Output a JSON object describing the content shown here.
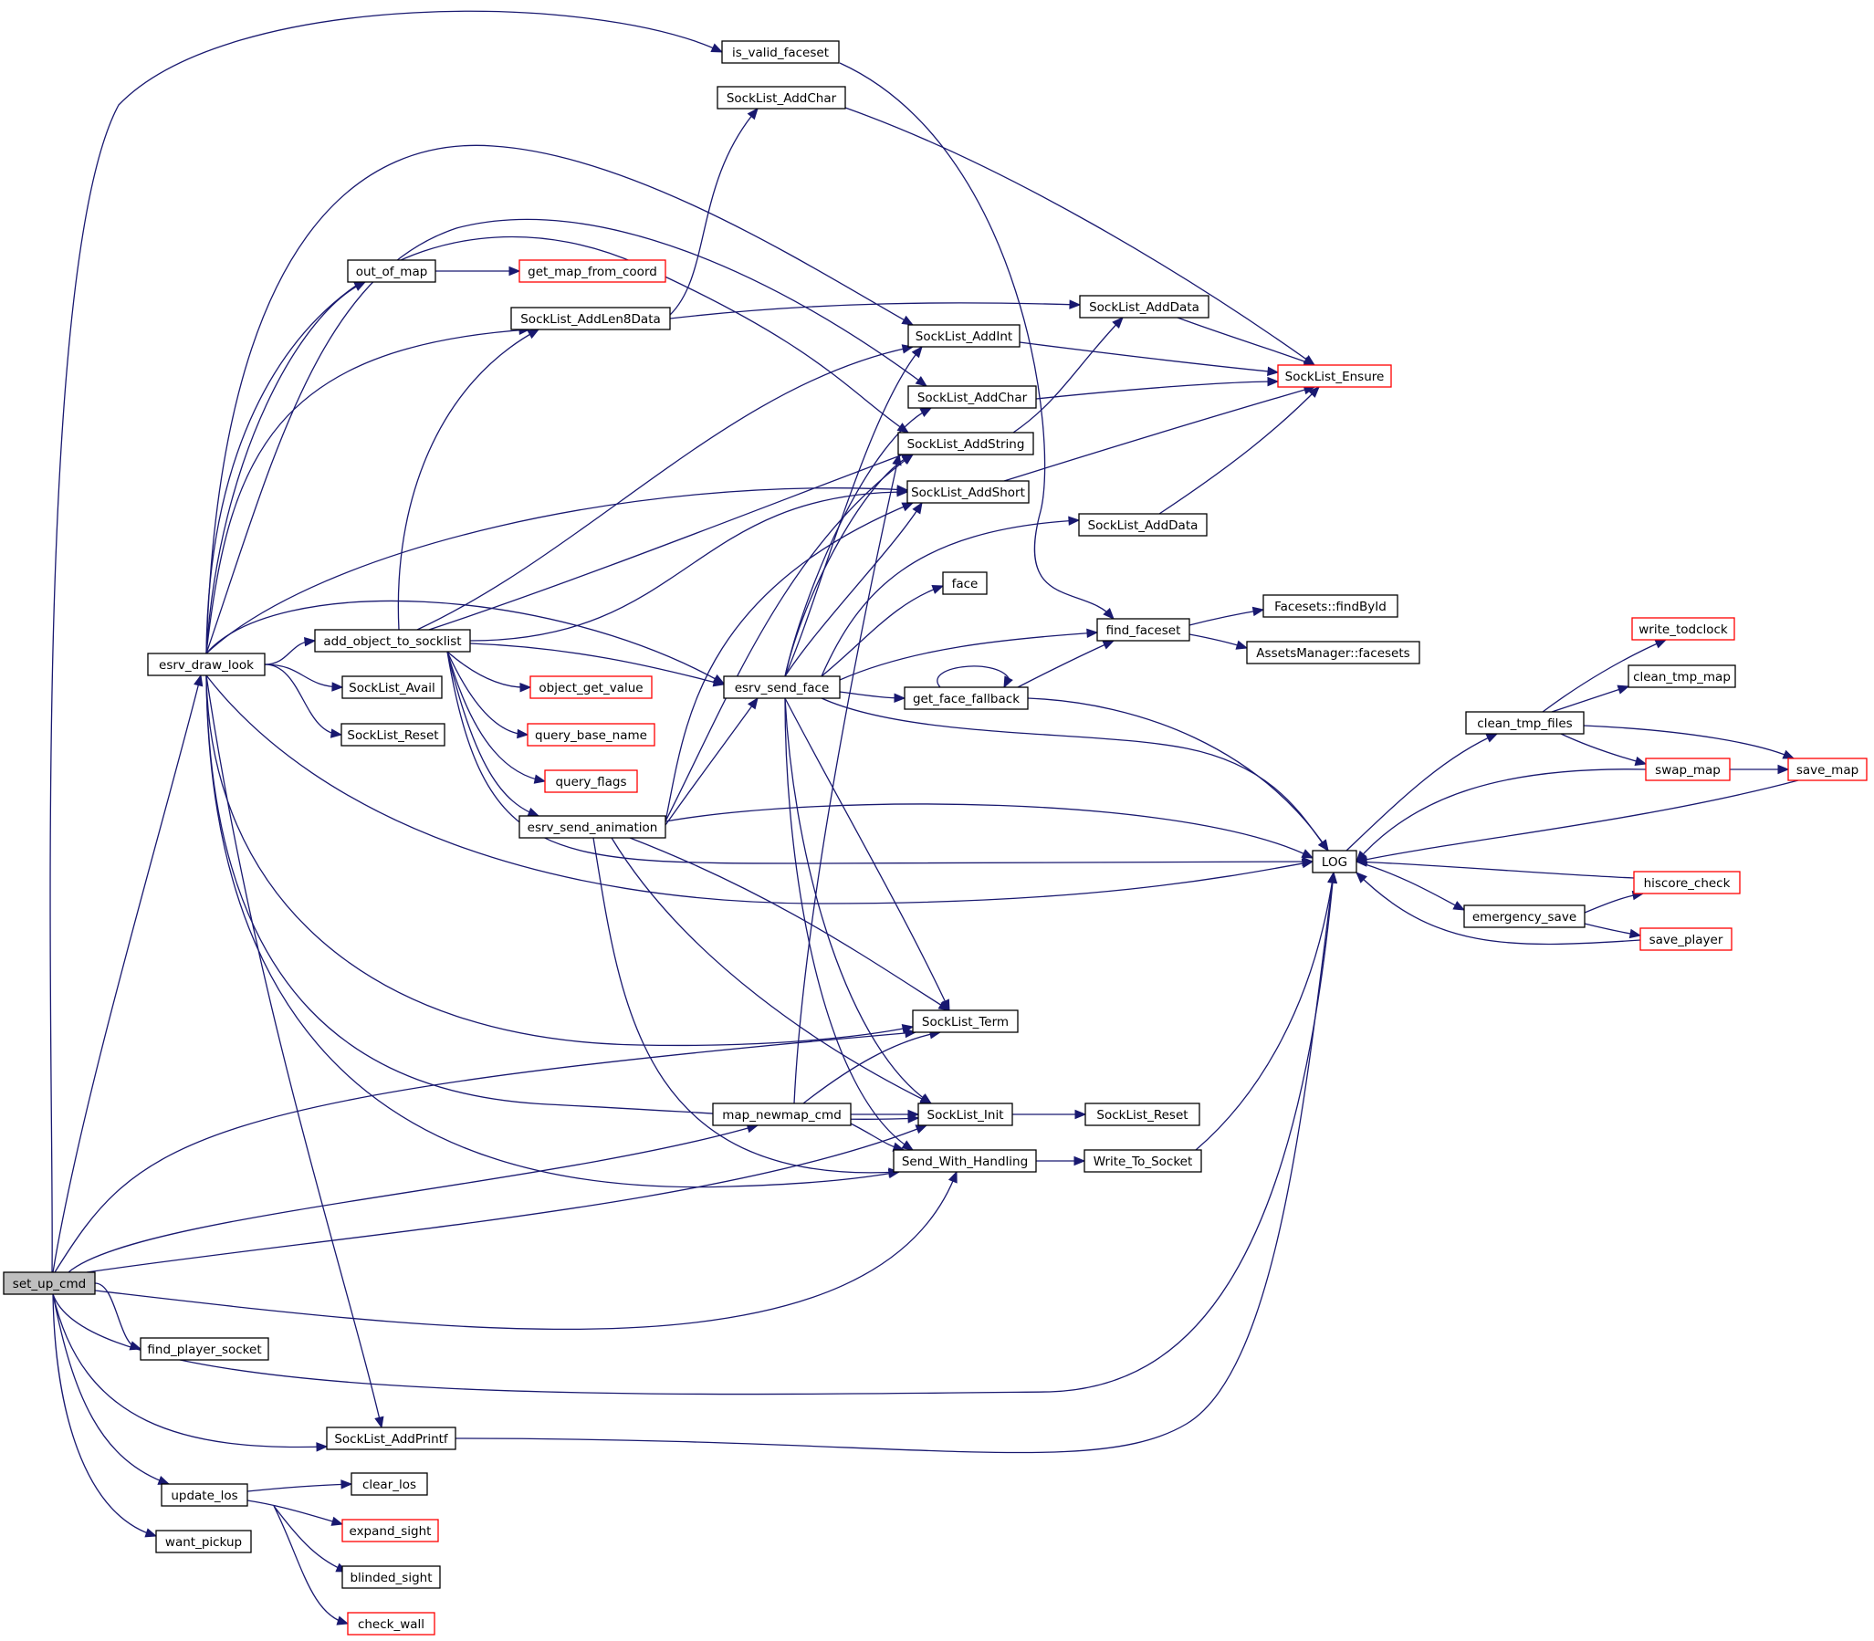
{
  "diagram": {
    "nodes": [
      {
        "id": "set_up_cmd",
        "label": "set_up_cmd",
        "root": true
      },
      {
        "id": "is_valid_faceset",
        "label": "is_valid_faceset"
      },
      {
        "id": "SockList_AddChar_top",
        "label": "SockList_AddChar"
      },
      {
        "id": "out_of_map",
        "label": "out_of_map"
      },
      {
        "id": "get_map_from_coord",
        "label": "get_map_from_coord",
        "truncated": true
      },
      {
        "id": "SockList_AddLen8Data",
        "label": "SockList_AddLen8Data"
      },
      {
        "id": "SockList_AddData_1",
        "label": "SockList_AddData"
      },
      {
        "id": "SockList_AddInt",
        "label": "SockList_AddInt"
      },
      {
        "id": "SockList_Ensure",
        "label": "SockList_Ensure",
        "truncated": true
      },
      {
        "id": "SockList_AddChar",
        "label": "SockList_AddChar"
      },
      {
        "id": "SockList_AddString",
        "label": "SockList_AddString"
      },
      {
        "id": "SockList_AddShort",
        "label": "SockList_AddShort"
      },
      {
        "id": "SockList_AddData_2",
        "label": "SockList_AddData"
      },
      {
        "id": "face",
        "label": "face"
      },
      {
        "id": "Facesets_findById",
        "label": "Facesets::findById"
      },
      {
        "id": "find_faceset",
        "label": "find_faceset"
      },
      {
        "id": "AssetsManager_facesets",
        "label": "AssetsManager::facesets"
      },
      {
        "id": "write_todclock",
        "label": "write_todclock",
        "truncated": true
      },
      {
        "id": "esrv_draw_look",
        "label": "esrv_draw_look"
      },
      {
        "id": "add_object_to_socklist",
        "label": "add_object_to_socklist"
      },
      {
        "id": "clean_tmp_map",
        "label": "clean_tmp_map"
      },
      {
        "id": "SockList_Avail",
        "label": "SockList_Avail"
      },
      {
        "id": "object_get_value",
        "label": "object_get_value",
        "truncated": true
      },
      {
        "id": "esrv_send_face",
        "label": "esrv_send_face"
      },
      {
        "id": "get_face_fallback",
        "label": "get_face_fallback"
      },
      {
        "id": "clean_tmp_files",
        "label": "clean_tmp_files"
      },
      {
        "id": "SockList_Reset_1",
        "label": "SockList_Reset"
      },
      {
        "id": "query_base_name",
        "label": "query_base_name",
        "truncated": true
      },
      {
        "id": "swap_map",
        "label": "swap_map",
        "truncated": true
      },
      {
        "id": "save_map",
        "label": "save_map",
        "truncated": true
      },
      {
        "id": "query_flags",
        "label": "query_flags",
        "truncated": true
      },
      {
        "id": "esrv_send_animation",
        "label": "esrv_send_animation"
      },
      {
        "id": "LOG",
        "label": "LOG"
      },
      {
        "id": "hiscore_check",
        "label": "hiscore_check",
        "truncated": true
      },
      {
        "id": "emergency_save",
        "label": "emergency_save"
      },
      {
        "id": "save_player",
        "label": "save_player",
        "truncated": true
      },
      {
        "id": "SockList_Term",
        "label": "SockList_Term"
      },
      {
        "id": "map_newmap_cmd",
        "label": "map_newmap_cmd"
      },
      {
        "id": "SockList_Init",
        "label": "SockList_Init"
      },
      {
        "id": "SockList_Reset_2",
        "label": "SockList_Reset"
      },
      {
        "id": "Send_With_Handling",
        "label": "Send_With_Handling"
      },
      {
        "id": "Write_To_Socket",
        "label": "Write_To_Socket"
      },
      {
        "id": "find_player_socket",
        "label": "find_player_socket"
      },
      {
        "id": "SockList_AddPrintf",
        "label": "SockList_AddPrintf"
      },
      {
        "id": "update_los",
        "label": "update_los"
      },
      {
        "id": "clear_los",
        "label": "clear_los"
      },
      {
        "id": "expand_sight",
        "label": "expand_sight",
        "truncated": true
      },
      {
        "id": "want_pickup",
        "label": "want_pickup"
      },
      {
        "id": "blinded_sight",
        "label": "blinded_sight"
      },
      {
        "id": "check_wall",
        "label": "check_wall",
        "truncated": true
      }
    ],
    "edges": [
      [
        "set_up_cmd",
        "is_valid_faceset"
      ],
      [
        "set_up_cmd",
        "esrv_draw_look"
      ],
      [
        "set_up_cmd",
        "SockList_Term"
      ],
      [
        "set_up_cmd",
        "map_newmap_cmd"
      ],
      [
        "set_up_cmd",
        "SockList_Init"
      ],
      [
        "set_up_cmd",
        "Send_With_Handling"
      ],
      [
        "set_up_cmd",
        "find_player_socket"
      ],
      [
        "set_up_cmd",
        "LOG"
      ],
      [
        "set_up_cmd",
        "SockList_AddPrintf"
      ],
      [
        "set_up_cmd",
        "update_los"
      ],
      [
        "set_up_cmd",
        "want_pickup"
      ],
      [
        "is_valid_faceset",
        "find_faceset"
      ],
      [
        "SockList_AddChar_top",
        "SockList_Ensure"
      ],
      [
        "out_of_map",
        "get_map_from_coord"
      ],
      [
        "SockList_AddLen8Data",
        "SockList_AddChar_top"
      ],
      [
        "SockList_AddLen8Data",
        "SockList_AddData_1"
      ],
      [
        "SockList_AddData_1",
        "SockList_Ensure"
      ],
      [
        "SockList_AddInt",
        "SockList_Ensure"
      ],
      [
        "SockList_AddChar",
        "SockList_Ensure"
      ],
      [
        "SockList_AddString",
        "SockList_AddData_1"
      ],
      [
        "SockList_AddShort",
        "SockList_Ensure"
      ],
      [
        "SockList_AddData_2",
        "SockList_Ensure"
      ],
      [
        "find_faceset",
        "Facesets_findById"
      ],
      [
        "find_faceset",
        "AssetsManager_facesets"
      ],
      [
        "esrv_draw_look",
        "SockList_AddInt"
      ],
      [
        "esrv_draw_look",
        "SockList_AddChar"
      ],
      [
        "esrv_draw_look",
        "SockList_AddString"
      ],
      [
        "esrv_draw_look",
        "out_of_map"
      ],
      [
        "esrv_draw_look",
        "SockList_AddLen8Data"
      ],
      [
        "esrv_draw_look",
        "SockList_AddShort"
      ],
      [
        "esrv_draw_look",
        "add_object_to_socklist"
      ],
      [
        "esrv_draw_look",
        "esrv_send_face"
      ],
      [
        "esrv_draw_look",
        "SockList_Avail"
      ],
      [
        "esrv_draw_look",
        "SockList_Reset_1"
      ],
      [
        "esrv_draw_look",
        "LOG"
      ],
      [
        "esrv_draw_look",
        "SockList_Term"
      ],
      [
        "esrv_draw_look",
        "SockList_Init"
      ],
      [
        "esrv_draw_look",
        "Send_With_Handling"
      ],
      [
        "esrv_draw_look",
        "SockList_AddPrintf"
      ],
      [
        "add_object_to_socklist",
        "SockList_AddLen8Data"
      ],
      [
        "add_object_to_socklist",
        "SockList_AddInt"
      ],
      [
        "add_object_to_socklist",
        "SockList_AddString"
      ],
      [
        "add_object_to_socklist",
        "SockList_AddShort"
      ],
      [
        "add_object_to_socklist",
        "esrv_send_face"
      ],
      [
        "add_object_to_socklist",
        "object_get_value"
      ],
      [
        "add_object_to_socklist",
        "query_base_name"
      ],
      [
        "add_object_to_socklist",
        "query_flags"
      ],
      [
        "add_object_to_socklist",
        "esrv_send_animation"
      ],
      [
        "add_object_to_socklist",
        "LOG"
      ],
      [
        "esrv_send_face",
        "SockList_AddInt"
      ],
      [
        "esrv_send_face",
        "SockList_AddChar"
      ],
      [
        "esrv_send_face",
        "SockList_AddString"
      ],
      [
        "esrv_send_face",
        "SockList_AddShort"
      ],
      [
        "esrv_send_face",
        "SockList_AddData_2"
      ],
      [
        "esrv_send_face",
        "face"
      ],
      [
        "esrv_send_face",
        "find_faceset"
      ],
      [
        "esrv_send_face",
        "get_face_fallback"
      ],
      [
        "esrv_send_face",
        "LOG"
      ],
      [
        "esrv_send_face",
        "SockList_Term"
      ],
      [
        "esrv_send_face",
        "SockList_Init"
      ],
      [
        "esrv_send_face",
        "Send_With_Handling"
      ],
      [
        "get_face_fallback",
        "get_face_fallback"
      ],
      [
        "get_face_fallback",
        "find_faceset"
      ],
      [
        "get_face_fallback",
        "LOG"
      ],
      [
        "esrv_send_animation",
        "SockList_AddString"
      ],
      [
        "esrv_send_animation",
        "SockList_AddShort"
      ],
      [
        "esrv_send_animation",
        "esrv_send_face"
      ],
      [
        "esrv_send_animation",
        "LOG"
      ],
      [
        "esrv_send_animation",
        "SockList_Term"
      ],
      [
        "esrv_send_animation",
        "SockList_Init"
      ],
      [
        "esrv_send_animation",
        "Send_With_Handling"
      ],
      [
        "map_newmap_cmd",
        "SockList_AddString"
      ],
      [
        "map_newmap_cmd",
        "SockList_Term"
      ],
      [
        "map_newmap_cmd",
        "SockList_Init"
      ],
      [
        "map_newmap_cmd",
        "Send_With_Handling"
      ],
      [
        "SockList_Init",
        "SockList_Reset_2"
      ],
      [
        "Send_With_Handling",
        "Write_To_Socket"
      ],
      [
        "Write_To_Socket",
        "LOG"
      ],
      [
        "SockList_AddPrintf",
        "LOG"
      ],
      [
        "LOG",
        "clean_tmp_files"
      ],
      [
        "LOG",
        "emergency_save"
      ],
      [
        "clean_tmp_files",
        "write_todclock"
      ],
      [
        "clean_tmp_files",
        "clean_tmp_map"
      ],
      [
        "clean_tmp_files",
        "swap_map"
      ],
      [
        "clean_tmp_files",
        "save_map"
      ],
      [
        "swap_map",
        "save_map"
      ],
      [
        "swap_map",
        "LOG"
      ],
      [
        "save_map",
        "LOG"
      ],
      [
        "hiscore_check",
        "LOG"
      ],
      [
        "emergency_save",
        "hiscore_check"
      ],
      [
        "emergency_save",
        "save_player"
      ],
      [
        "save_player",
        "LOG"
      ],
      [
        "update_los",
        "clear_los"
      ],
      [
        "update_los",
        "expand_sight"
      ],
      [
        "update_los",
        "blinded_sight"
      ],
      [
        "update_los",
        "check_wall"
      ]
    ]
  }
}
